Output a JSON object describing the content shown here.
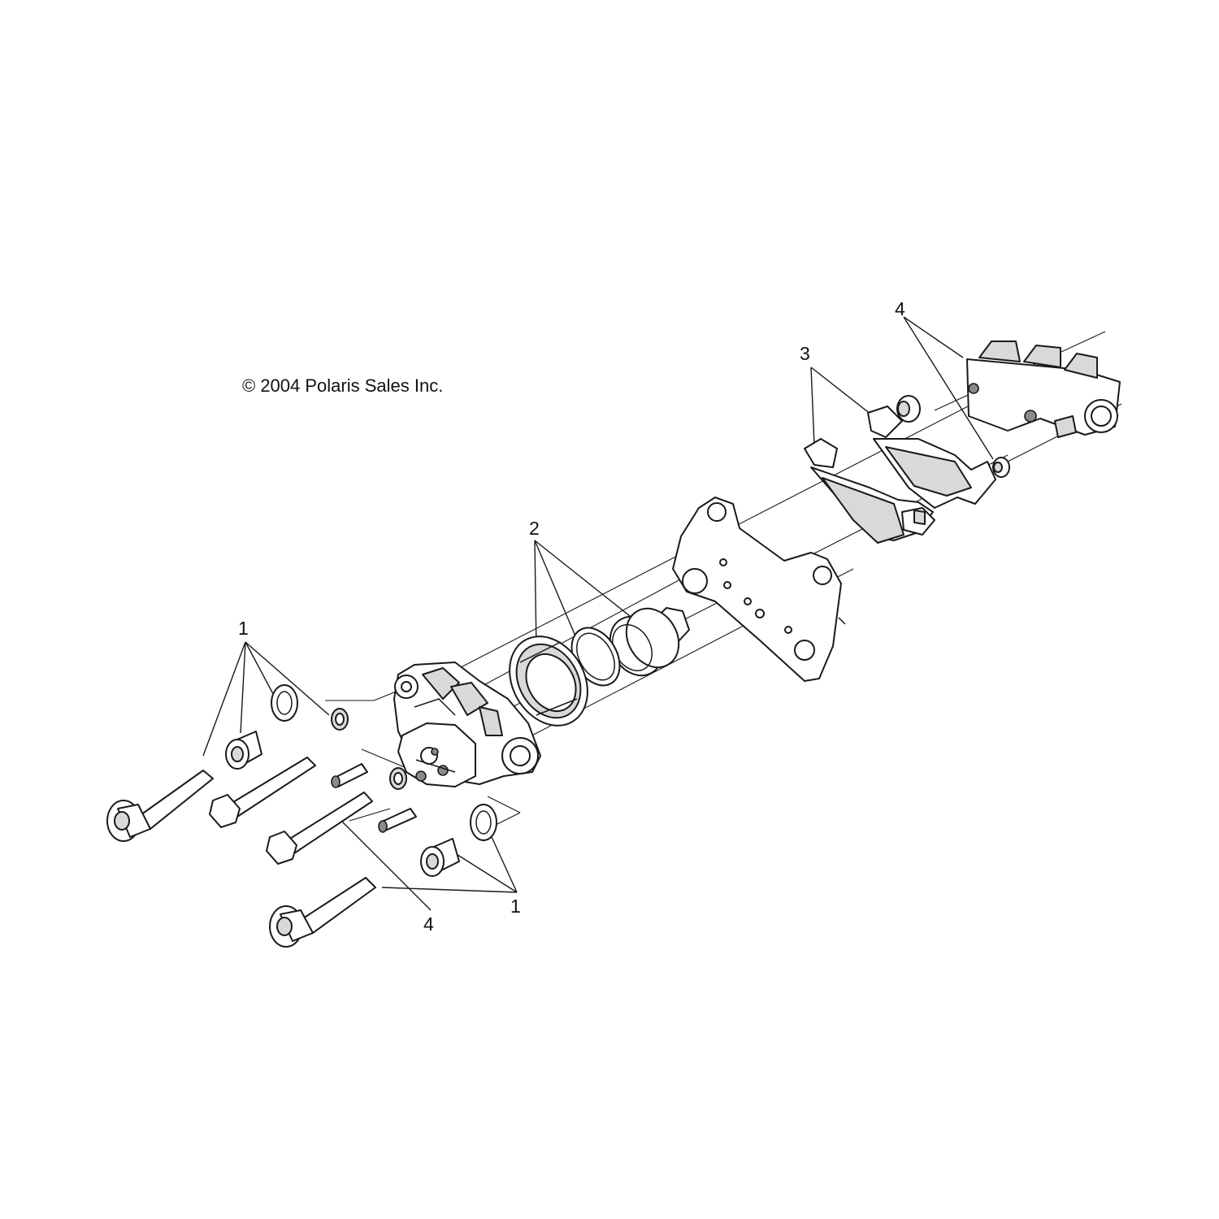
{
  "copyright": "© 2004 Polaris Sales Inc.",
  "callouts": {
    "c1_upper": "1",
    "c1_lower": "1",
    "c2": "2",
    "c3": "3",
    "c4_upper": "4",
    "c4_lower": "4"
  }
}
